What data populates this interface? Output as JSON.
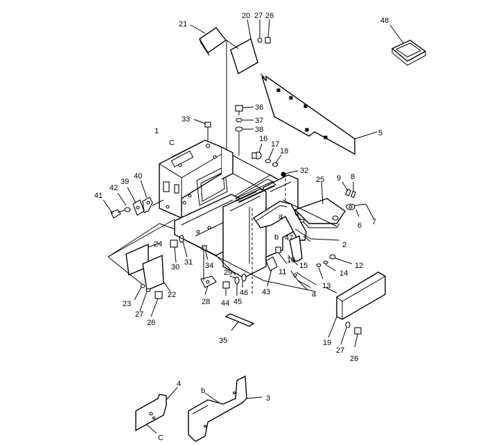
{
  "diagram": {
    "labels": {
      "p1": "1",
      "p2": "2",
      "p3": "3",
      "p4": "4",
      "p5": "5",
      "p6": "6",
      "p7": "7",
      "p8": "8",
      "p9": "9",
      "p10": "10",
      "p11": "11",
      "p12": "12",
      "p13": "13",
      "p14": "14",
      "p15": "15",
      "p16": "16",
      "p17": "17",
      "p18": "18",
      "p19": "19",
      "p20": "20",
      "p21": "21",
      "p22": "22",
      "p23": "23",
      "p24": "24",
      "p25": "25",
      "p26_top": "26",
      "p26_left": "26",
      "p26_right": "26",
      "p27_top": "27",
      "p27_left": "27",
      "p27_right": "27",
      "p28": "28",
      "p29": "29",
      "p30": "30",
      "p31": "31",
      "p32": "32",
      "p33": "33",
      "p34": "34",
      "p35": "35",
      "p36": "36",
      "p37": "37",
      "p38": "38",
      "p39": "39",
      "p40": "40",
      "p41": "41",
      "p42": "42",
      "p43": "43",
      "p44": "44",
      "p45": "45",
      "p46": "46",
      "p47": "47",
      "p48": "48"
    },
    "refs": {
      "c_main": "C",
      "c_bottom": "C",
      "a_upper": "a",
      "a_lower": "a",
      "b_main": "b",
      "b_bottom": "b"
    }
  }
}
